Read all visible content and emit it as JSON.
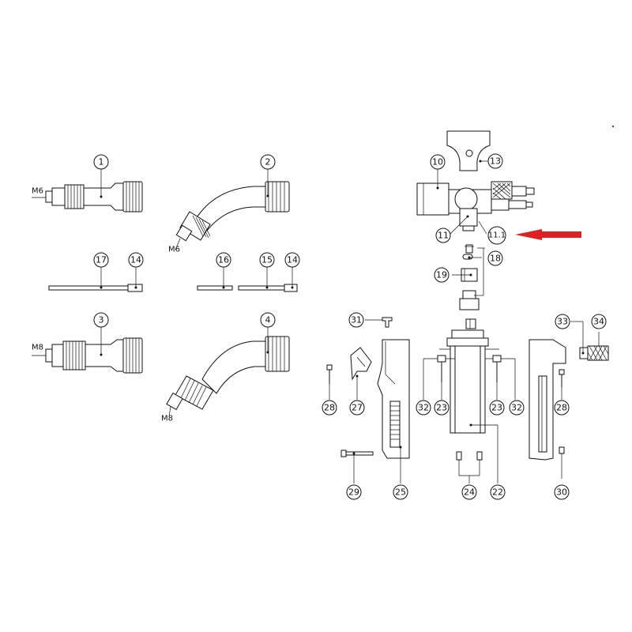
{
  "callouts": {
    "c1": "1",
    "c2": "2",
    "c3": "3",
    "c4": "4",
    "c10": "10",
    "c11": "11",
    "c11_1": "11.1",
    "c13": "13",
    "c14a": "14",
    "c14b": "14",
    "c15": "15",
    "c16": "16",
    "c17": "17",
    "c18": "18",
    "c19": "19",
    "c22": "22",
    "c23a": "23",
    "c23b": "23",
    "c24": "24",
    "c25": "25",
    "c27": "27",
    "c28a": "28",
    "c28b": "28",
    "c29": "29",
    "c30": "30",
    "c31": "31",
    "c32a": "32",
    "c32b": "32",
    "c33": "33",
    "c34": "34"
  },
  "thread_labels": {
    "m6_straight": "M6",
    "m6_bent": "M6",
    "m8_straight": "M8",
    "m8_bent": "M8"
  },
  "colors": {
    "line": "#111111",
    "highlight_arrow": "#e02020",
    "background": "#ffffff"
  }
}
